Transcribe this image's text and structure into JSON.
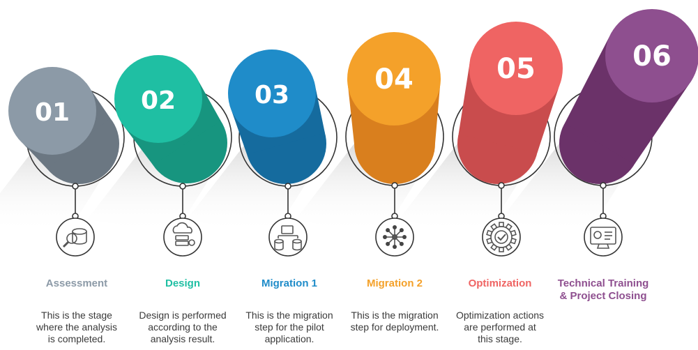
{
  "steps": [
    {
      "number": "01",
      "title": "Assessment",
      "desc": "This is the stage\nwhere the analysis\nis completed.",
      "color": "#8c9aa7",
      "dark": "#6b7782",
      "icon": "database-search-icon"
    },
    {
      "number": "02",
      "title": "Design",
      "desc": "Design is performed\naccording to the\nanalysis result.",
      "color": "#1fbfa3",
      "dark": "#17957f",
      "icon": "cloud-server-icon"
    },
    {
      "number": "03",
      "title": "Migration 1",
      "desc": "This is the migration\nstep for the pilot\napplication.",
      "color": "#1f8cc9",
      "dark": "#156b9e",
      "icon": "data-transfer-icon"
    },
    {
      "number": "04",
      "title": "Migration 2",
      "desc": "This is the migration\nstep for deployment.",
      "color": "#f4a12a",
      "dark": "#d97f1e",
      "icon": "network-hub-icon"
    },
    {
      "number": "05",
      "title": "Optimization",
      "desc": "Optimization actions\nare performed at\nthis stage.",
      "color": "#ef6463",
      "dark": "#c94c4d",
      "icon": "gear-check-icon"
    },
    {
      "number": "06",
      "title": "Technical Training\n& Project Closing",
      "desc": "",
      "color": "#8e4f8f",
      "dark": "#6b3269",
      "icon": "computer-settings-icon"
    }
  ]
}
